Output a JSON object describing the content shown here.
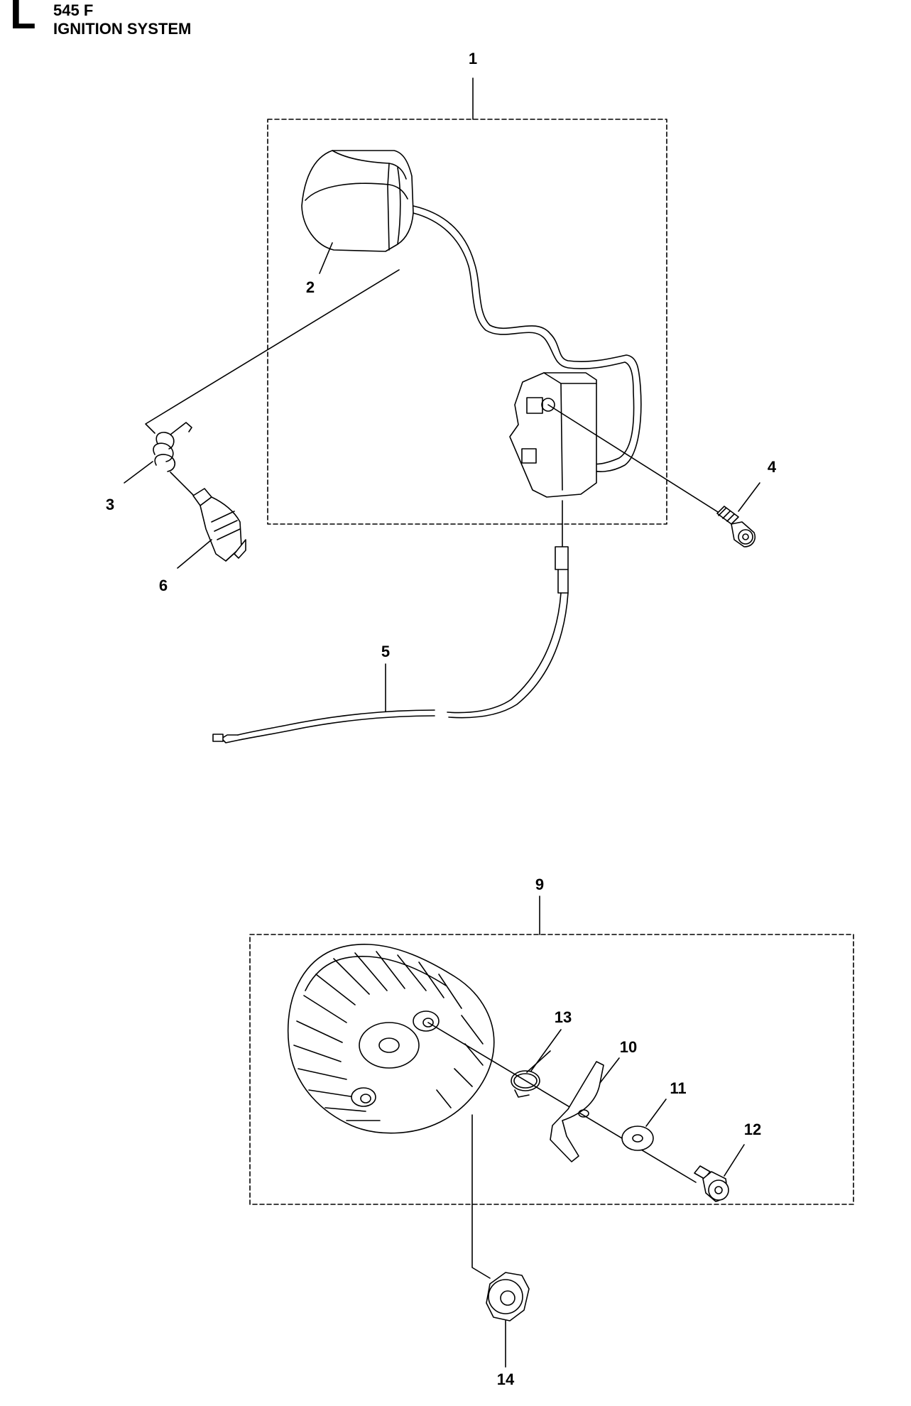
{
  "header": {
    "section_letter": "L",
    "model": "545 F",
    "title": "IGNITION SYSTEM"
  },
  "callouts": [
    "1",
    "2",
    "3",
    "4",
    "5",
    "6",
    "9",
    "10",
    "11",
    "12",
    "13",
    "14"
  ]
}
